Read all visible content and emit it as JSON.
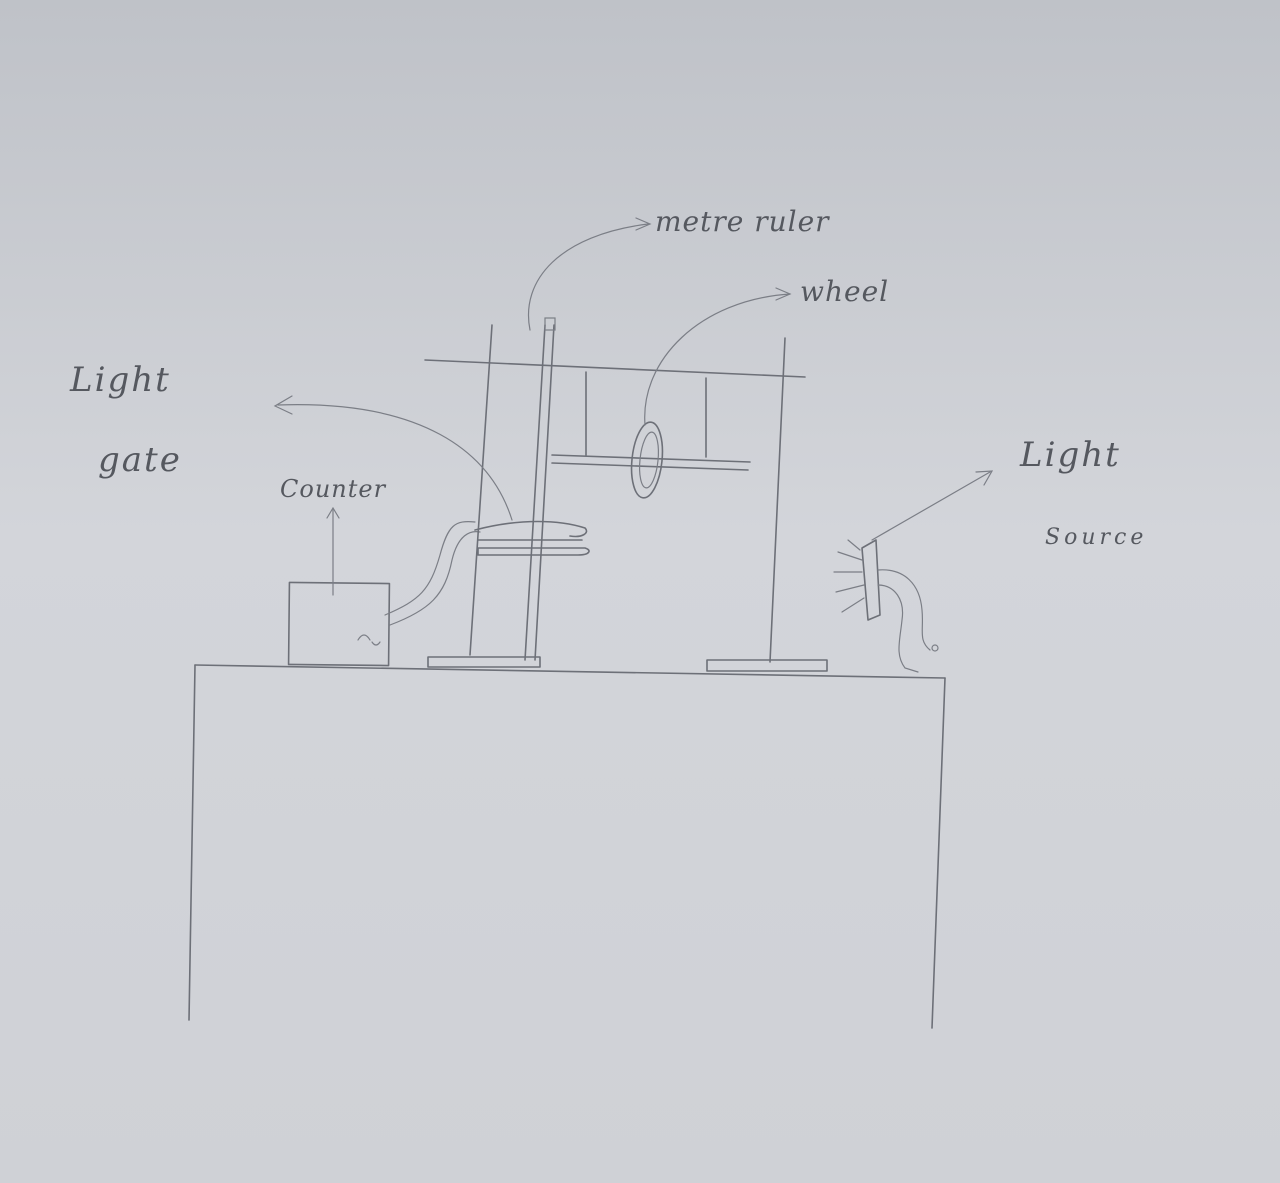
{
  "diagram": {
    "labels": {
      "metre_ruler": "metre ruler",
      "wheel": "wheel",
      "light_gate_line1": "Light",
      "light_gate_line2": "gate",
      "counter": "Counter",
      "light_source_line1": "Light",
      "light_source_line2": "Source"
    }
  }
}
